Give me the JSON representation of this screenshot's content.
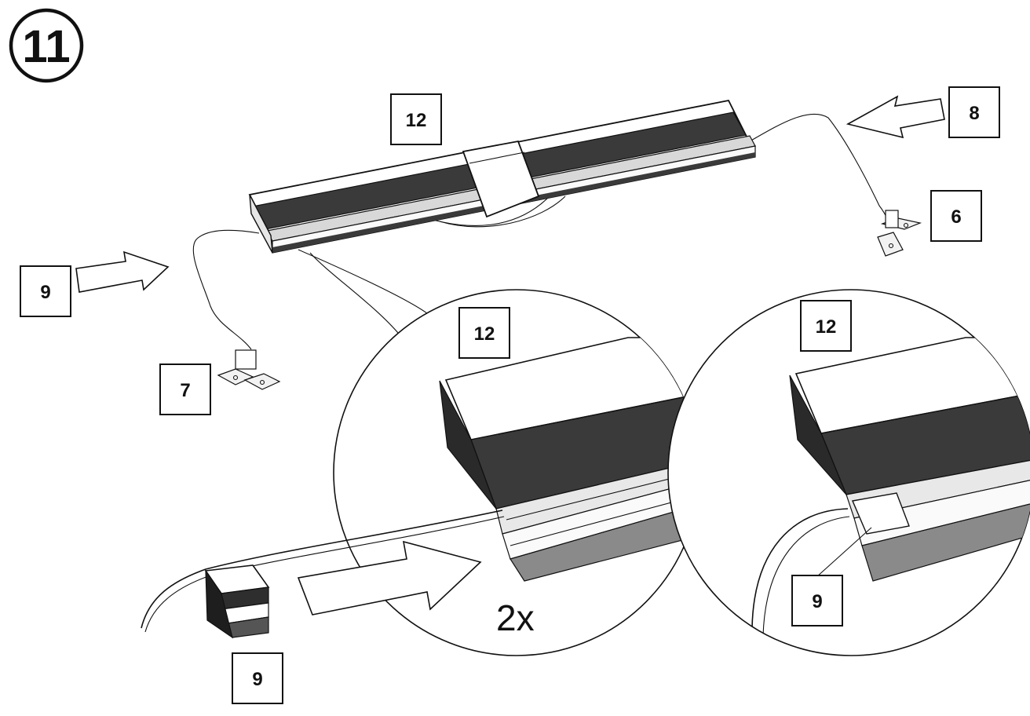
{
  "step": {
    "number": "11"
  },
  "labels": {
    "headrail_top": "12",
    "arrow_right_upper": "8",
    "bracket_right": "6",
    "arrow_left": "9",
    "bracket_left": "7",
    "detail_left_headrail": "12",
    "detail_right_headrail": "12",
    "detail_right_cap": "9",
    "end_cap_bottom": "9"
  },
  "quantity": "2x",
  "colors": {
    "line": "#111111",
    "rail_dark": "#3a3a3a",
    "rail_mid": "#8a8a8a",
    "rail_light": "#d0d0d0"
  }
}
